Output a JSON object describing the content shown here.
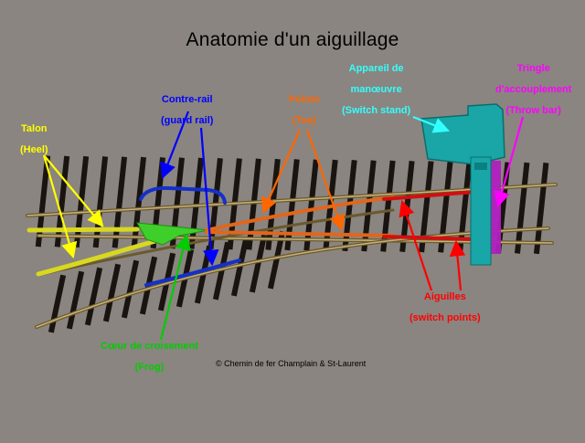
{
  "title": "Anatomie d'un aiguillage",
  "copyright": "© Chemin de fer Champlain & St-Laurent",
  "colors": {
    "background": "#8a8580",
    "heel": "#ffff00",
    "guard_rail": "#0000ff",
    "toe": "#ff6600",
    "switch_stand": "#33ffff",
    "throw_bar": "#ff00ff",
    "switch_points": "#ff0000",
    "frog": "#00cc00"
  },
  "labels": {
    "heel": {
      "line1": "Talon",
      "line2": "(Heel)"
    },
    "guard_rail": {
      "line1": "Contre-rail",
      "line2": "(guard rail)"
    },
    "toe": {
      "line1": "Pointe",
      "line2": "(Toe)"
    },
    "switch_stand": {
      "line1": "Appareil de",
      "line2": "manœuvre",
      "line3": "(Switch stand)"
    },
    "throw_bar": {
      "line1": "Tringle",
      "line2": "d'accouplement",
      "line3": "(Throw bar)"
    },
    "switch_points": {
      "line1": "Aiguilles",
      "line2": "(switch points)"
    },
    "frog": {
      "line1": "Cœur de croisement",
      "line2": "(Frog)"
    }
  }
}
